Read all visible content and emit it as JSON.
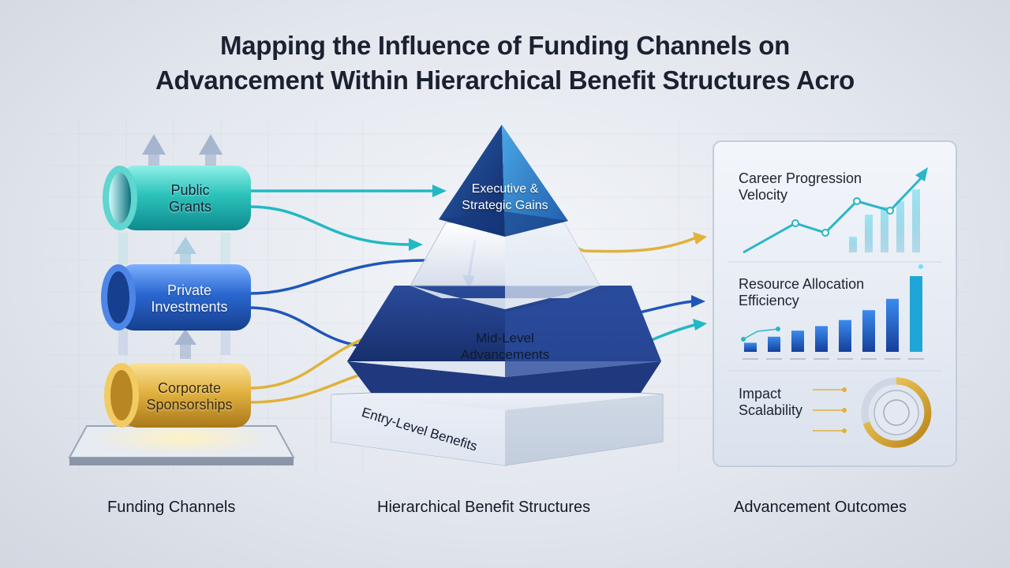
{
  "title": {
    "line1": "Mapping the Influence of Funding Channels on",
    "line2": "Advancement Within Hierarchical Benefit Structures Acro"
  },
  "channels": [
    {
      "line1": "Public",
      "line2": "Grants",
      "color": "#2bbfb8"
    },
    {
      "line1": "Private",
      "line2": "Investments",
      "color": "#1f5fc2"
    },
    {
      "line1": "Corporate",
      "line2": "Sponsorships",
      "color": "#d9a630"
    }
  ],
  "tiers": {
    "executive": {
      "line1": "Executive &",
      "line2": "Strategic Gains"
    },
    "mid": {
      "line1": "Mid-Level",
      "line2": "Advancements"
    },
    "entry": {
      "label": "Entry-Level Benefits"
    }
  },
  "metrics": [
    {
      "line1": "Career Progression",
      "line2": "Velocity"
    },
    {
      "line1": "Resource Allocation",
      "line2": "Efficiency"
    },
    {
      "line1": "Impact",
      "line2": "Scalability"
    }
  ],
  "sections": {
    "left": "Funding Channels",
    "middle": "Hierarchical Benefit Structures",
    "right": "Advancement Outcomes"
  },
  "colors": {
    "teal": "#22b8c4",
    "blue": "#1f56b8",
    "gold": "#e0b23a",
    "navy": "#1c2f6e"
  },
  "bar_chart_values": [
    0.12,
    0.2,
    0.28,
    0.34,
    0.42,
    0.55,
    0.7,
    1.0
  ]
}
